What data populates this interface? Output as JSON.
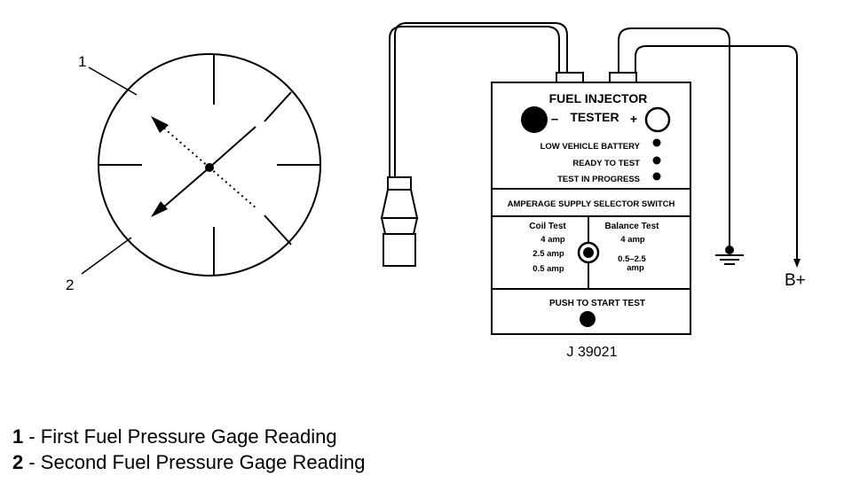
{
  "gauge": {
    "callouts": [
      "1",
      "2"
    ]
  },
  "tester": {
    "title_line1": "FUEL INJECTOR",
    "title_line2": "TESTER",
    "minus": "–",
    "plus": "+",
    "indicators": [
      "LOW VEHICLE BATTERY",
      "READY TO TEST",
      "TEST IN PROGRESS"
    ],
    "selector_title": "AMPERAGE SUPPLY SELECTOR SWITCH",
    "coil_test": {
      "label": "Coil Test",
      "values": [
        "4 amp",
        "2.5 amp",
        "0.5 amp"
      ]
    },
    "balance_test": {
      "label": "Balance Test",
      "values": [
        "4 amp",
        "0.5–2.5",
        "amp"
      ]
    },
    "push_label": "PUSH TO START TEST",
    "model": "J 39021"
  },
  "wires": {
    "battery_label": "B+"
  },
  "legend": [
    {
      "num": "1",
      "text": " - First Fuel Pressure Gage Reading"
    },
    {
      "num": "2",
      "text": " - Second Fuel Pressure Gage Reading"
    }
  ]
}
